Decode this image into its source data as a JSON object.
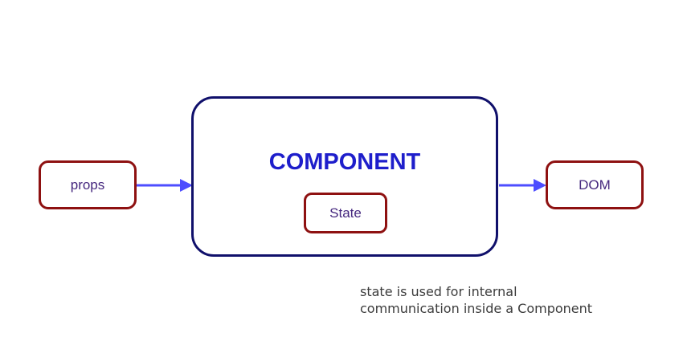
{
  "diagram": {
    "props_label": "props",
    "component_label": "COMPONENT",
    "state_label": "State",
    "dom_label": "DOM",
    "caption_line1": "state is used for internal",
    "caption_line2": "communication inside a Component",
    "colors": {
      "background": "#ffffff",
      "small_box_border": "#8e1111",
      "component_box_border": "#10106b",
      "component_title_text": "#1e1ecb",
      "small_box_label_text": "#45277e",
      "arrow": "#4d4dff",
      "caption_text": "#3c3c3c"
    }
  }
}
